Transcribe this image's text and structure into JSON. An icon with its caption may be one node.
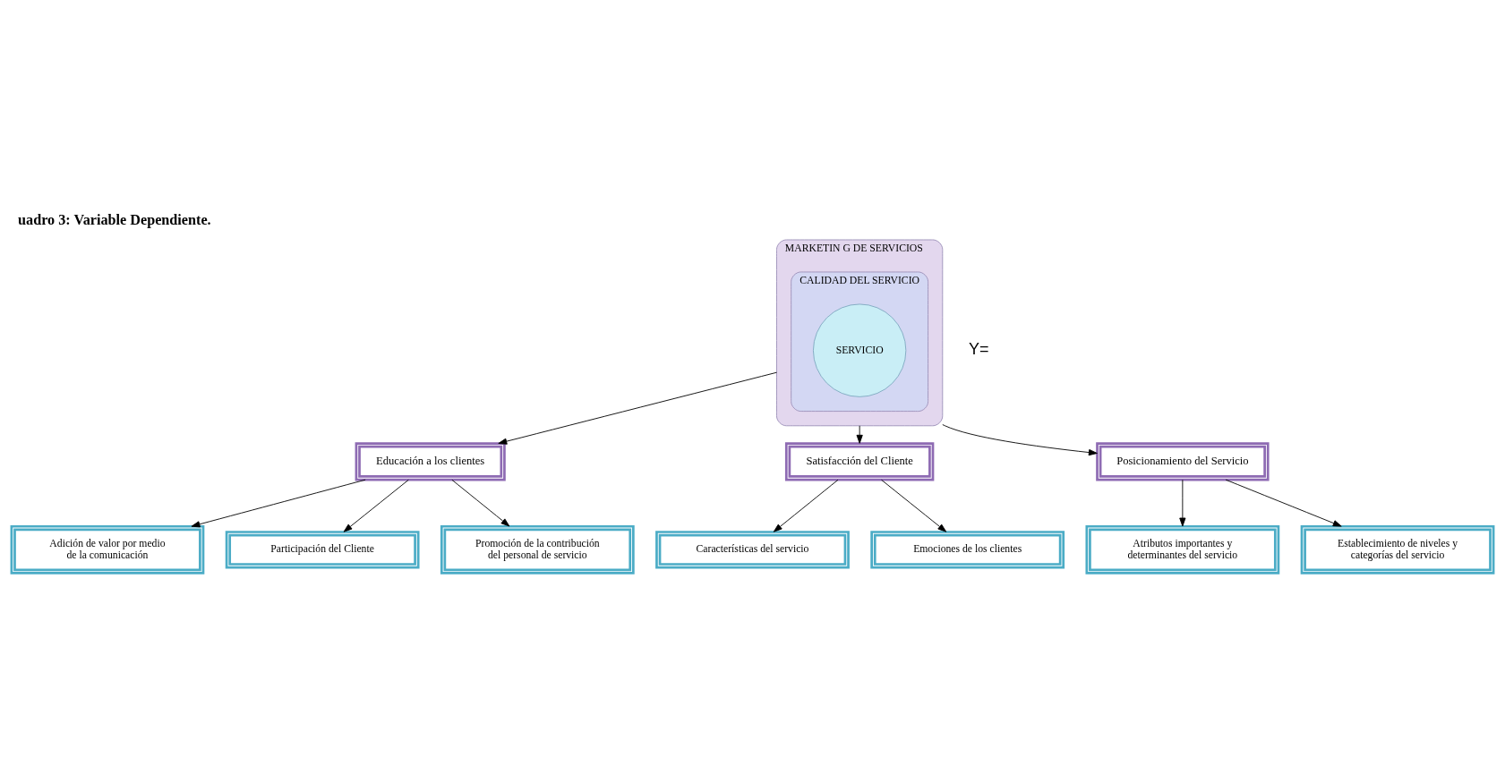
{
  "diagram": {
    "title": "uadro 3: Variable Dependiente.",
    "nodes": [
      {
        "text": [
          "MARKETIN G DE SERVICIOS"
        ]
      },
      {
        "text": [
          "CALIDAD DEL SERVICIO"
        ],
        "in": 0
      },
      {
        "text": [
          "SERVICIO"
        ],
        "in": 1
      },
      {
        "text": [
          "Educación a los clientes"
        ]
      },
      {
        "text": [
          "Satisfacción del Cliente"
        ]
      },
      {
        "text": [
          "Posicionamiento del Servicio"
        ]
      },
      {
        "text": [
          "Adición de valor por medio de la comunicación"
        ]
      },
      {
        "text": [
          "Participación del Cliente"
        ]
      },
      {
        "text": [
          "Promoción de la contribución del personal de servicio"
        ]
      },
      {
        "text": [
          "Características del servicio"
        ]
      },
      {
        "text": [
          "Emociones de los clientes"
        ]
      },
      {
        "text": [
          "Atributos importantes y determinantes del servicio"
        ]
      },
      {
        "text": [
          "Establecimiento de niveles y categorías del servicio"
        ]
      }
    ],
    "edges": [
      {
        "from": 0,
        "to": 3,
        "arrow": "to"
      },
      {
        "from": 0,
        "to": 4,
        "arrow": "to"
      },
      {
        "from": 0,
        "to": 5,
        "arrow": "to"
      },
      {
        "from": 3,
        "to": 6,
        "arrow": "to"
      },
      {
        "from": 3,
        "to": 7,
        "arrow": "to"
      },
      {
        "from": 3,
        "to": 8,
        "arrow": "to"
      },
      {
        "from": 4,
        "to": 9,
        "arrow": "to"
      },
      {
        "from": 4,
        "to": 10,
        "arrow": "to"
      },
      {
        "from": 5,
        "to": 11,
        "arrow": "to"
      },
      {
        "from": 5,
        "to": 12,
        "arrow": "to"
      }
    ],
    "labels": [
      "Y="
    ]
  }
}
